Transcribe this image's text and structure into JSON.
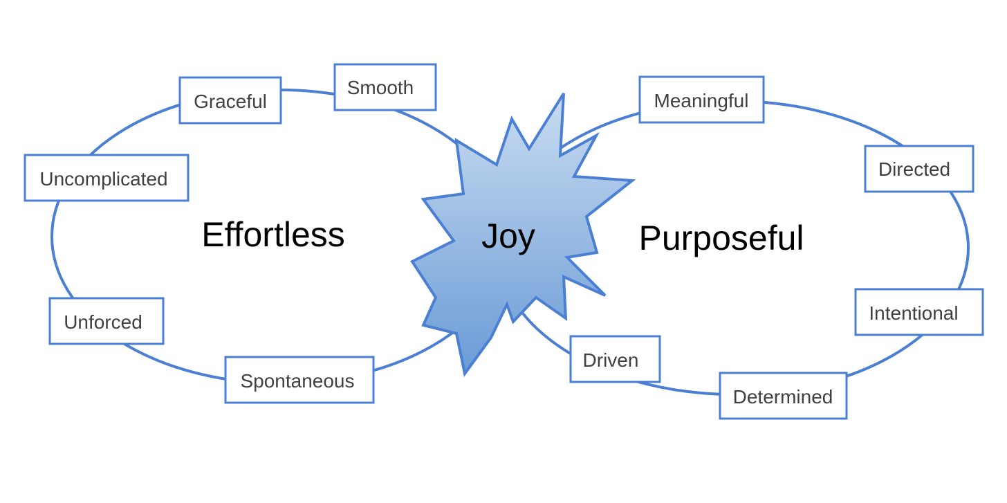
{
  "left_loop": {
    "title": "Effortless",
    "labels": [
      "Graceful",
      "Smooth",
      "Uncomplicated",
      "Unforced",
      "Spontaneous"
    ]
  },
  "right_loop": {
    "title": "Purposeful",
    "labels": [
      "Meaningful",
      "Directed",
      "Intentional",
      "Driven",
      "Determined"
    ]
  },
  "center": {
    "title": "Joy"
  },
  "colors": {
    "outline": "#4a7fd4",
    "burst_top": "#c9dcf1",
    "burst_bottom": "#6a9bd5",
    "label_text": "#404040"
  }
}
